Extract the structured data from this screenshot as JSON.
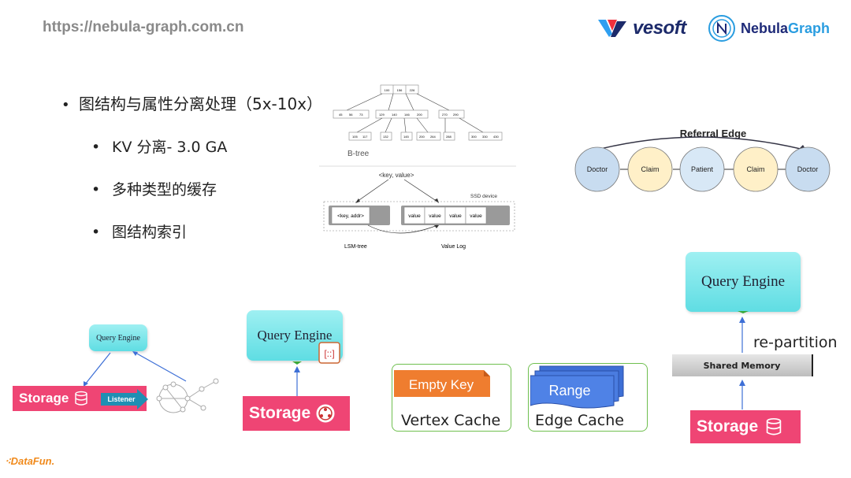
{
  "header": {
    "url": "https://nebula-graph.com.cn",
    "vesoft_logo_text": "vesoft",
    "nebula_logo_text_a": "Nebula",
    "nebula_logo_text_b": "Graph"
  },
  "bullets": {
    "main": "图结构与属性分离处理（5x-10x）",
    "subs": [
      "KV 分离- 3.0 GA",
      "多种类型的缓存",
      "图结构索引"
    ]
  },
  "btree": {
    "caption": "B-tree",
    "root": [
      "100",
      "156",
      "226"
    ],
    "mid": [
      [
        "45",
        "56",
        "73"
      ],
      [
        "129",
        "140",
        "146",
        "200"
      ],
      [
        "270",
        "290"
      ]
    ],
    "leaves": [
      [
        "105",
        "117"
      ],
      [
        "132"
      ],
      [
        "145"
      ],
      [
        "200",
        "264"
      ],
      [
        "288"
      ],
      [
        "300",
        "330",
        "430"
      ]
    ]
  },
  "lsm": {
    "key_value": "<key, value>",
    "ssd": "SSD device",
    "key_addr": "<key, addr>",
    "value": "value",
    "lsm_tree": "LSM-tree",
    "value_log": "Value Log"
  },
  "referral": {
    "title": "Referral Edge",
    "nodes": [
      "Doctor",
      "Claim",
      "Patient",
      "Claim",
      "Doctor"
    ]
  },
  "diagram1": {
    "query_engine": "Query Engine",
    "storage": "Storage",
    "listener": "Listener"
  },
  "diagram2": {
    "query_engine": "Query Engine",
    "storage": "Storage"
  },
  "caches": {
    "empty_key": "Empty Key",
    "vertex_cache": "Vertex Cache",
    "range": "Range",
    "edge_cache": "Edge Cache"
  },
  "diagram3": {
    "query_engine": "Query Engine",
    "repartition": "re-partition",
    "shared_memory": "Shared Memory",
    "storage": "Storage"
  },
  "footer": {
    "brand": "DataFun."
  },
  "colors": {
    "storage": "#ef4574",
    "query_engine": "#5fdde3",
    "accent_green": "#6fbf4f",
    "orange": "#ef7d2f",
    "blue": "#3d6fd6"
  }
}
